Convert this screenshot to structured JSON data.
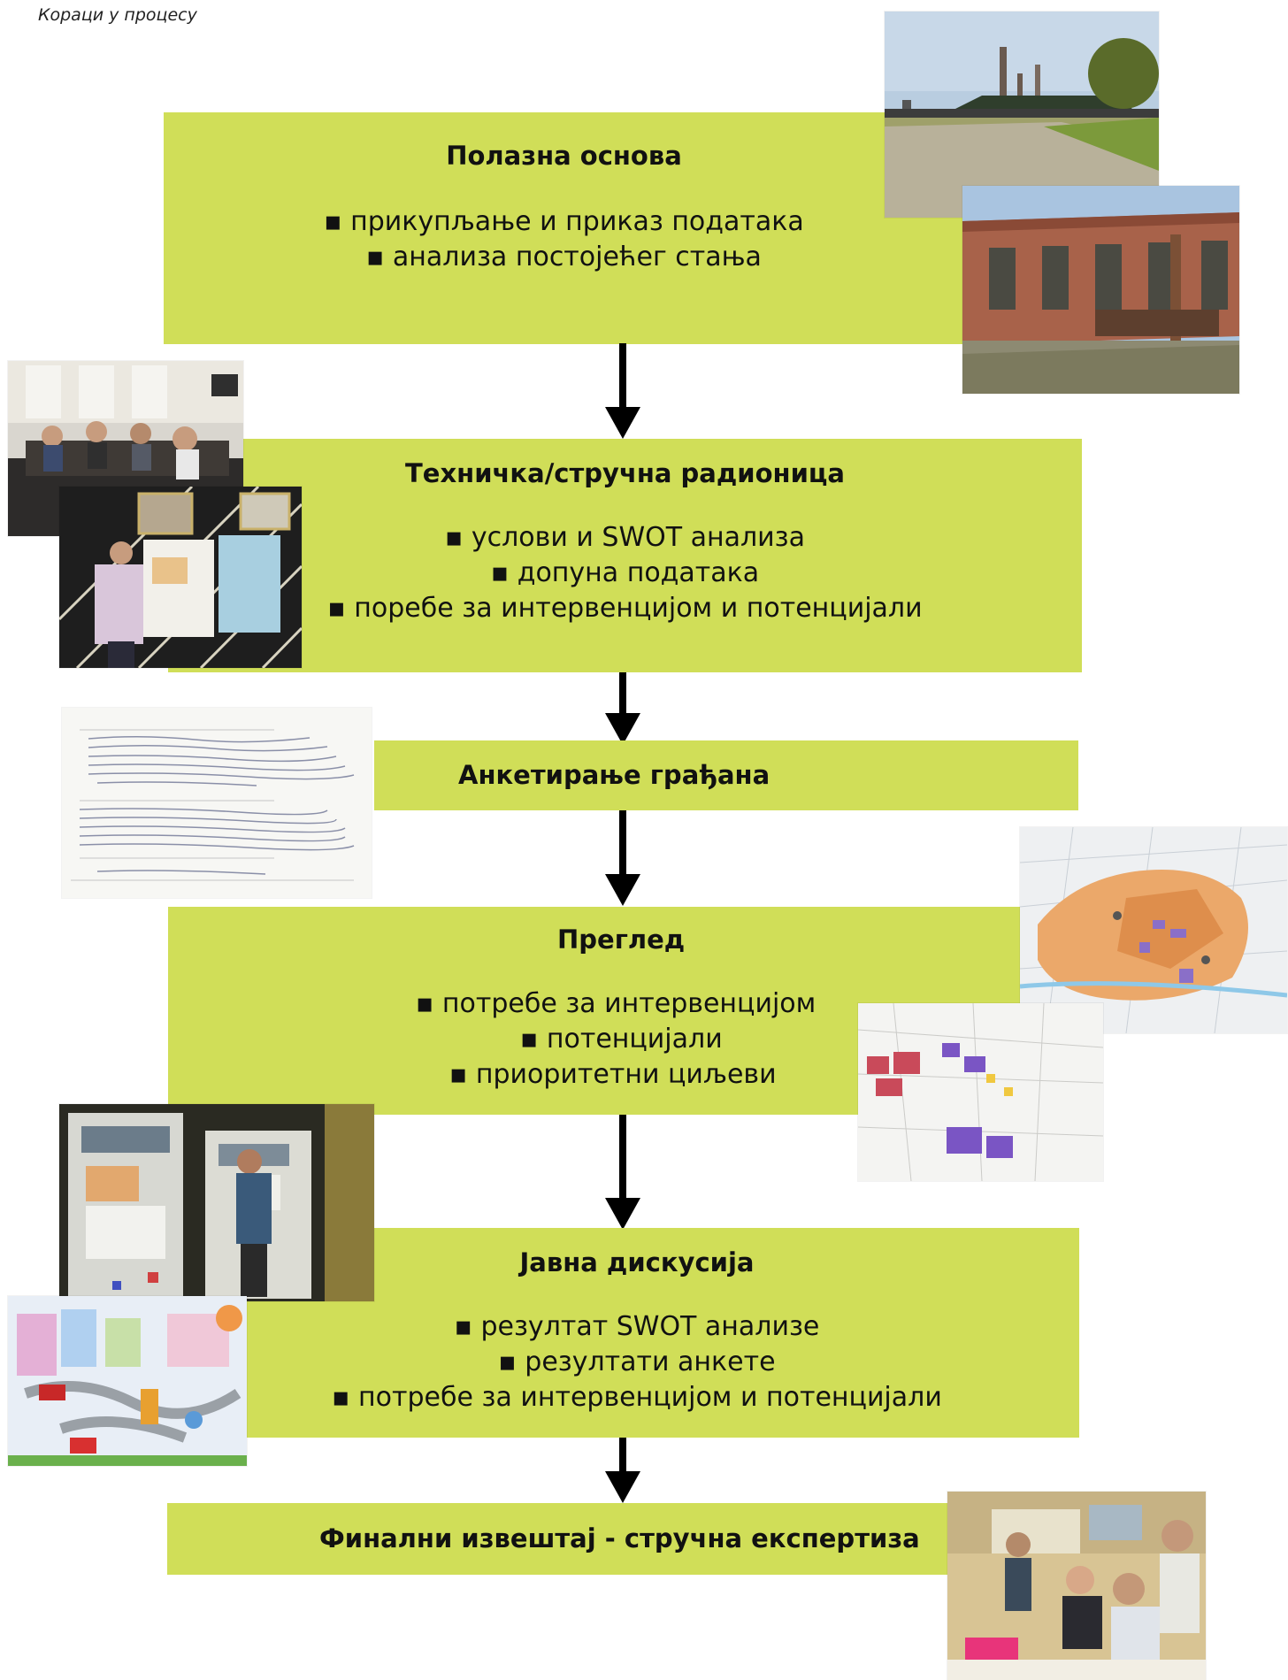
{
  "header": {
    "subtitle": "Кораци у процесу"
  },
  "steps": [
    {
      "title": "Полазна основа",
      "items": [
        "прикупљање и приказ података",
        "анализа постојећег стања"
      ]
    },
    {
      "title": "Техничка/стручна радионица",
      "items": [
        "услови и SWOT анализа",
        "допуна података",
        "поребе за интервенцијом и потенцијали"
      ]
    },
    {
      "title": "Анкетирање грађана",
      "items": []
    },
    {
      "title": "Преглед",
      "items": [
        "потребе за интервенцијом",
        "потенцијали",
        "приоритетни циљеви"
      ]
    },
    {
      "title": "Јавна дискусија",
      "items": [
        "резултат SWOT анализе",
        "резултати анкете",
        "потребе за интервенцијом и потенцијали"
      ]
    },
    {
      "title": "Финални извештај - стручна експертиза",
      "items": []
    }
  ],
  "colors": {
    "box_fill": "#d0de58",
    "arrow": "#000000"
  },
  "photos": [
    "industrial-riverbank-photo",
    "old-brick-factory-photo",
    "meeting-room-photo",
    "workshop-poster-photo",
    "handwritten-survey-scan",
    "urban-plan-map-orange",
    "urban-plan-map-purple",
    "exhibition-panels-photo",
    "child-drawing-photo",
    "office-team-photo"
  ]
}
